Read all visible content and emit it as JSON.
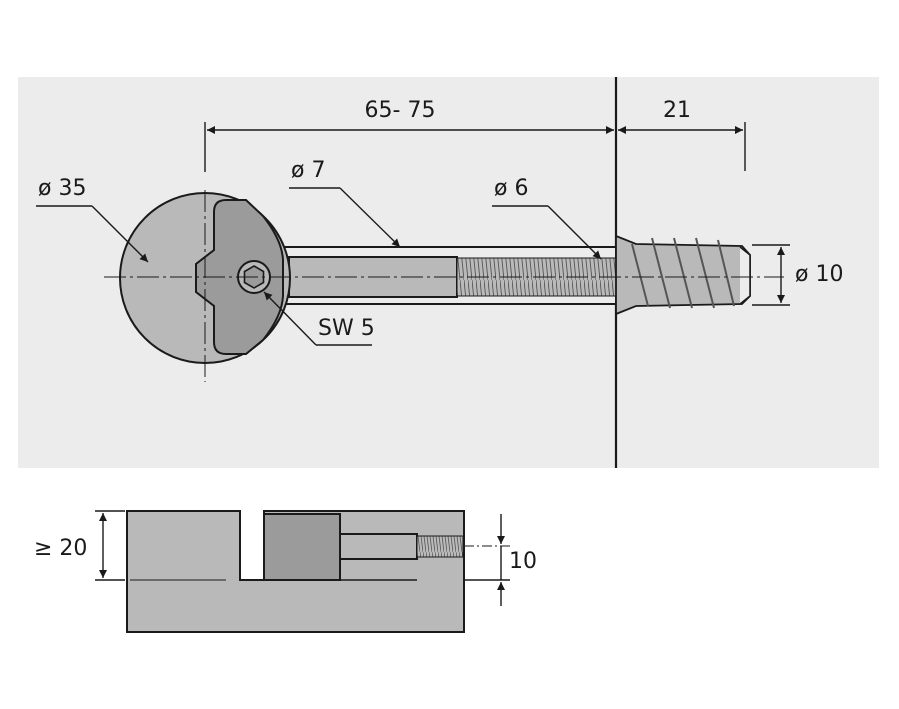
{
  "labels": {
    "length_range": "65- 75",
    "insert_length": "21",
    "cam_diameter": "ø 35",
    "bolt_diameter": "ø 7",
    "thread_diameter": "ø 6",
    "insert_diameter": "ø 10",
    "hex_size": "SW 5",
    "min_thickness": "≥ 20",
    "hole_offset": "10"
  },
  "colors": {
    "panel": "#ececec",
    "part_fill": "#b9b9b9",
    "part_dark": "#9b9b9b",
    "outline": "#1a1a1a"
  }
}
